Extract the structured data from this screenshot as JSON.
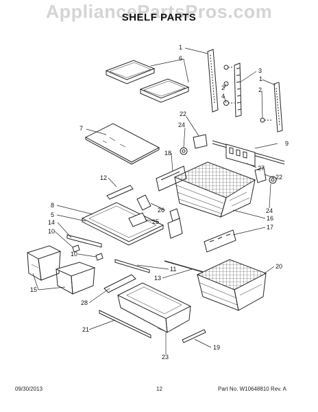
{
  "watermark": "AppliancePartsPros.com",
  "title": "SHELF PARTS",
  "callouts": {
    "c1a": "1",
    "c6": "6",
    "c2a": "2",
    "c3": "3",
    "c1b": "1",
    "c4": "4",
    "c2b": "2",
    "c22a": "22",
    "c24a": "24",
    "c7": "7",
    "c9": "9",
    "c18": "18",
    "c27": "27",
    "c22b": "22",
    "c12": "12",
    "c8": "8",
    "c5": "5",
    "c26": "26",
    "c24b": "24",
    "c14": "14",
    "c25": "25",
    "c16": "16",
    "c17": "17",
    "c10a": "10",
    "c10b": "10",
    "c11": "11",
    "c20": "20",
    "c13": "13",
    "c15": "15",
    "c28": "28",
    "c21": "21",
    "c19": "19",
    "c23": "23"
  },
  "footer": {
    "date": "09/30/2013",
    "page": "12",
    "part": "Part No. W10648810  Rev. A"
  }
}
